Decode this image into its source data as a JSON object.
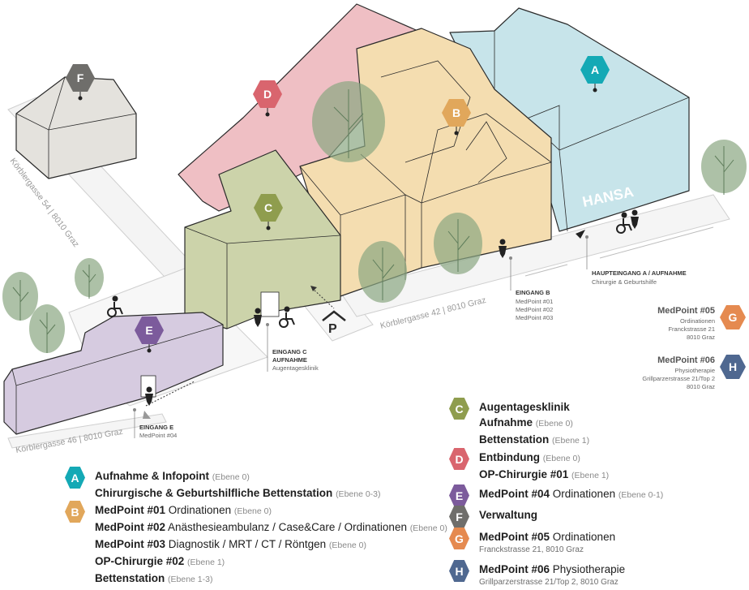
{
  "colors": {
    "A": "#14a9b5",
    "B": "#e1a75b",
    "C": "#8f9d4e",
    "D": "#d9656e",
    "E": "#7c5b9c",
    "F": "#6f6e6b",
    "G": "#e58a50",
    "H": "#4f6890"
  },
  "map": {
    "building_markers": [
      "A",
      "B",
      "C",
      "D",
      "E",
      "F"
    ],
    "streets": {
      "koerbler54": "Körblergasse 54 | 8010 Graz",
      "koerbler42": "Körblergasse 42 | 8010 Graz",
      "koerbler46": "Körblergasse 46 | 8010 Graz"
    },
    "hansa_sign": "HANSA",
    "parking_letter": "P",
    "entrances": {
      "main": {
        "title": "HAUPTEINGANG A / AUFNAHME",
        "sub": "Chirurgie & Geburtshilfe"
      },
      "b": {
        "title": "EINGANG B",
        "lines": [
          "MedPoint #01",
          "MedPoint #02",
          "MedPoint #03"
        ]
      },
      "c": {
        "title_lines": [
          "EINGANG C",
          "AUFNAHME"
        ],
        "sub": "Augentagesklinik"
      },
      "e": {
        "title": "EINGANG E",
        "sub": "MedPoint #04"
      }
    },
    "offsite": {
      "g": {
        "letter": "G",
        "title": "MedPoint #05",
        "lines": [
          "Ordinationen",
          "Franckstrasse 21",
          "8010 Graz"
        ]
      },
      "h": {
        "letter": "H",
        "title": "MedPoint #06",
        "lines": [
          "Physiotherapie",
          "Grillparzerstrasse 21/Top 2",
          "8010 Graz"
        ]
      }
    }
  },
  "legend": {
    "A": {
      "letter": "A",
      "l1_bold": "Aufnahme & Infopoint",
      "l1_ebene": "(Ebene 0)",
      "l2_bold": "Chirurgische & Geburtshilfliche Bettenstation",
      "l2_ebene": "(Ebene 0-3)"
    },
    "B": {
      "letter": "B",
      "l1_bold": "MedPoint #01",
      "l1_text": " Ordinationen",
      "l1_ebene": "(Ebene 0)",
      "l2_bold": "MedPoint #02",
      "l2_text": " Anästhesieambulanz / Case&Care / Ordinationen",
      "l2_ebene": "(Ebene 0)",
      "l3_bold": "MedPoint #03",
      "l3_text": " Diagnostik / MRT / CT / Röntgen",
      "l3_ebene": "(Ebene 0)",
      "l4_bold": "OP-Chirurgie #02",
      "l4_ebene": "(Ebene 1)",
      "l5_bold": "Bettenstation",
      "l5_ebene": "(Ebene 1-3)"
    },
    "C": {
      "letter": "C",
      "l1_bold": "Augentagesklinik",
      "l2_bold": "Aufnahme",
      "l2_ebene": "(Ebene 0)",
      "l3_bold": "Bettenstation",
      "l3_ebene": "(Ebene 1)"
    },
    "D": {
      "letter": "D",
      "l1_bold": "Entbindung",
      "l1_ebene": "(Ebene 0)",
      "l2_bold": "OP-Chirurgie #01",
      "l2_ebene": "(Ebene 1)"
    },
    "E": {
      "letter": "E",
      "l1_bold": "MedPoint #04",
      "l1_text": " Ordinationen",
      "l1_ebene": "(Ebene 0-1)"
    },
    "F": {
      "letter": "F",
      "l1_bold": "Verwaltung"
    },
    "G": {
      "letter": "G",
      "l1_bold": "MedPoint #05",
      "l1_text": " Ordinationen",
      "sub": "Franckstrasse 21, 8010 Graz"
    },
    "H": {
      "letter": "H",
      "l1_bold": "MedPoint #06",
      "l1_text": " Physiotherapie",
      "sub": "Grillparzerstrasse 21/Top 2, 8010 Graz"
    }
  }
}
